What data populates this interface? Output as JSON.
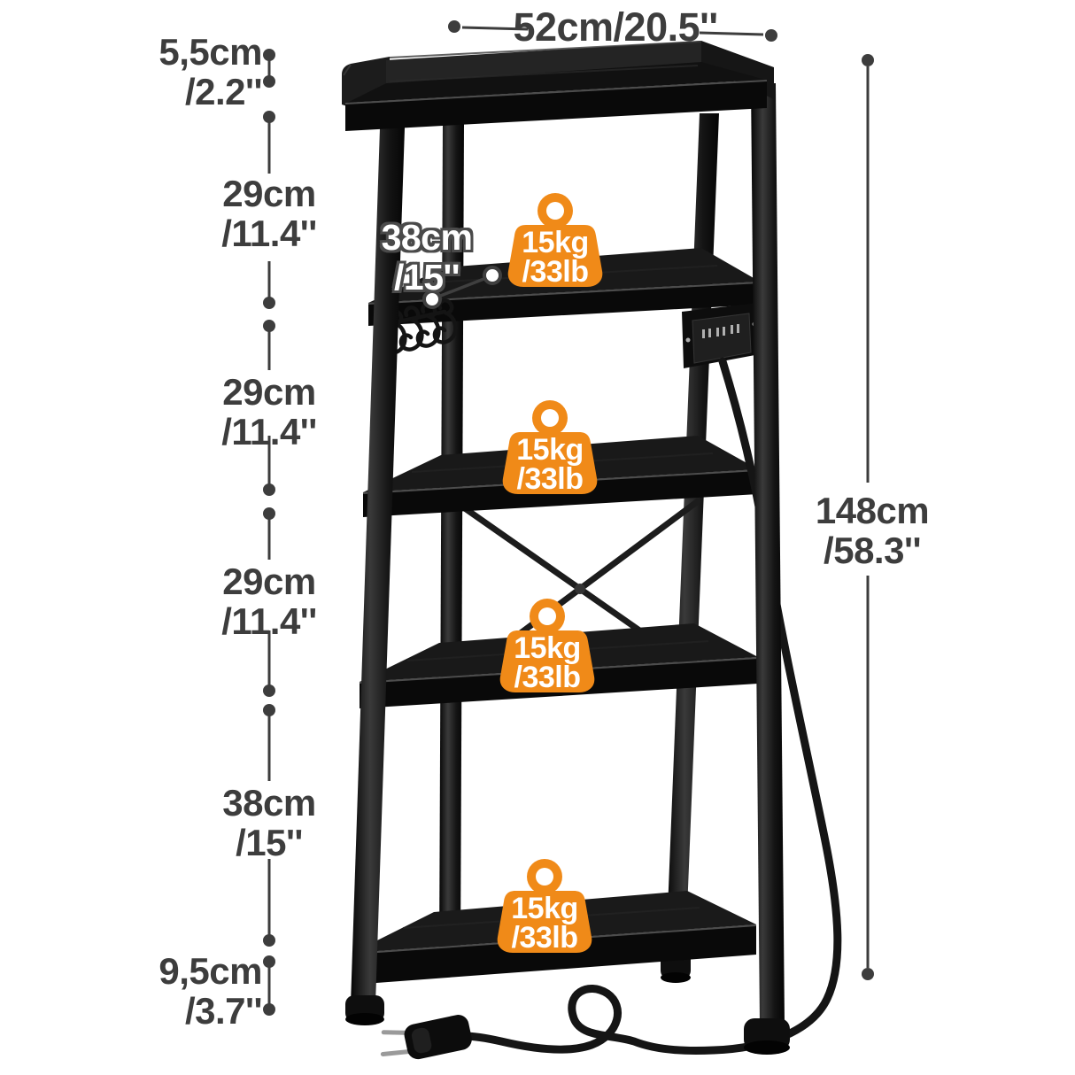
{
  "dims": {
    "width": {
      "text": "52cm/20.5''"
    },
    "height": {
      "line1": "148cm",
      "line2": "/58.3''"
    },
    "depth": {
      "line1": "38cm",
      "line2": "/15''"
    },
    "left": [
      {
        "line1": "5,5cm",
        "line2": "/2.2''"
      },
      {
        "line1": "29cm",
        "line2": "/11.4''"
      },
      {
        "line1": "29cm",
        "line2": "/11.4''"
      },
      {
        "line1": "29cm",
        "line2": "/11.4''"
      },
      {
        "line1": "38cm",
        "line2": "/15''"
      },
      {
        "line1": "9,5cm",
        "line2": "/3.7''"
      }
    ]
  },
  "badges": [
    {
      "kg": "15kg",
      "lb": "/33lb"
    },
    {
      "kg": "15kg",
      "lb": "/33lb"
    },
    {
      "kg": "15kg",
      "lb": "/33lb"
    },
    {
      "kg": "15kg",
      "lb": "/33lb"
    }
  ],
  "colors": {
    "badge_orange": "#F08A18",
    "label_gray": "#3D3D3D",
    "rack_black": "#161616",
    "background": "#FFFFFF"
  }
}
